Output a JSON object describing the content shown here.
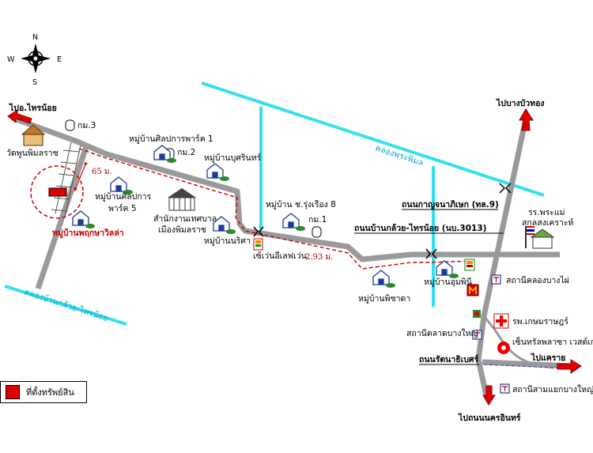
{
  "compass": {
    "n": "N",
    "s": "S",
    "e": "E",
    "w": "W"
  },
  "roads": {
    "to_thai_noi": "ไปอ.ไทรน้อย",
    "to_bang_bua_thong": "ไปบางบัวทอง",
    "to_khae_rai": "ไปแคราย",
    "to_nonthaburi_rd": "ไปถนนนครอินทร์",
    "kanchanaphisek": "ถนนกาญจนาภิเษก (ทล.9)",
    "ban_kluai_sai_noi": "ถนนบ้านกล้วย-ไทรน้อย (นบ.3013)",
    "rattanathibet": "ถนนรัตนาธิเบศร์"
  },
  "canals": {
    "khlong_phra_phimon": "คลองพระพิมล",
    "khlong_ban_kluai": "คลองบ้านกล้วย-ไทรน้อย"
  },
  "places": {
    "km3": "กม.3",
    "km2": "กม.2",
    "km1": "กม.1",
    "wat": "วัดพูนพิมลราช",
    "silpakorn_park1": "หมู่บ้านศิลปการพาร์ค 1",
    "silpakorn_park5_l1": "หมู่บ้านศิลปการ",
    "silpakorn_park5_l2": "พาร์ค 5",
    "pruksa_villa": "หมู่บ้านพฤกษาวิลล่า",
    "nakhon_inn": "หมู่บ้านบุศรินทร์",
    "municipal_l1": "สำนักงานเทศบาล",
    "municipal_l2": "เมืองพิมลราช",
    "rungruang": "หมู่บ้าน ช.รุ่งเรือง 8",
    "narisa": "หมู่บ้านนริศา",
    "seven_eleven": "เซ้เว่นอีเลฟเว่น",
    "phaisarn": "หมู่บ้านพิชาดา",
    "chumphon": "หมู่บ้านอุมพินี",
    "school_l1": "รร.พระแม่",
    "school_l2": "สกลสงเคราะห์",
    "station_khlong_bang_phai": "สถานีคลองบางไผ่",
    "hospital": "รพ.เกษมราษฎร์",
    "station_talad_bang_yai": "สถานีตลาดบางใหญ่",
    "central": "เซ็นทรัลพลาซา เวสต์เกต",
    "station_sam_yaek": "สถานีสามแยกบางใหญ่",
    "tesco_icon_label": "7-11"
  },
  "distances": {
    "d65": "65 ม.",
    "d293": "2.93 ม."
  },
  "legend": {
    "label": "ที่ตั้งทรัพย์สิน"
  },
  "colors": {
    "road": "#9a9a9a",
    "canal": "#33e0f0",
    "route": "#cc0000",
    "property": "#e00000",
    "arrow": "#e00000"
  }
}
